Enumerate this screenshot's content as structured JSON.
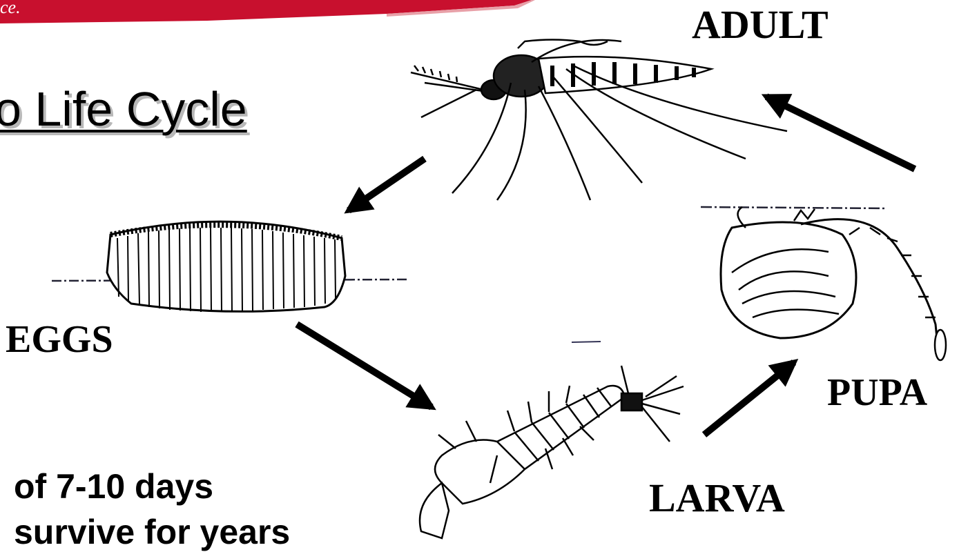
{
  "banner": {
    "text": "ce.",
    "color": "#c8102e"
  },
  "slide": {
    "title": "o Life Cycle",
    "body_lines": [
      "of 7-10 days",
      "survive for years"
    ]
  },
  "stages": {
    "adult": "ADULT",
    "eggs": "EGGS",
    "larva": "LARVA",
    "pupa": "PUPA"
  },
  "illustrations": [
    "mosquito-adult-illustration",
    "egg-raft-illustration",
    "larva-illustration",
    "pupa-illustration"
  ],
  "cycle_arrows": [
    "adult-to-eggs",
    "eggs-to-larva",
    "larva-to-pupa",
    "pupa-to-adult"
  ]
}
